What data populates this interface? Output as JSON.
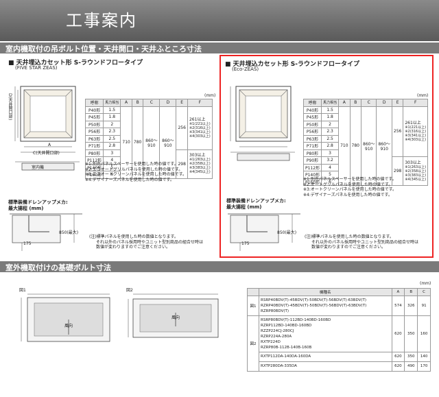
{
  "page_title": "工事案内",
  "section1_title": "室内機取付の吊ボルト位置・天井開口・天井ふところ寸法",
  "section2_title": "室外機取付けの基礎ボルト寸法",
  "left": {
    "title": "■ 天井埋込カセット形 S-ラウンドフロータイプ",
    "subtitle": "(FIVE STAR ZEAS)",
    "unit": "(mm)",
    "headers": [
      "呼称",
      "馬力相当",
      "A",
      "B",
      "C",
      "D",
      "E",
      "F"
    ],
    "rows": [
      [
        "P40形",
        "1.5"
      ],
      [
        "P45形",
        "1.8"
      ],
      [
        "P50形",
        "2"
      ],
      [
        "P56形",
        "2.3"
      ],
      [
        "P63形",
        "2.5"
      ],
      [
        "P71形",
        "2.8"
      ],
      [
        "P80形",
        "3"
      ],
      [
        "P112形",
        "4"
      ],
      [
        "P140形",
        "5"
      ],
      [
        "P160形",
        "6"
      ]
    ],
    "A": "710",
    "B": "780",
    "C": "860〜910",
    "D": "860〜910",
    "E1": "256",
    "E2": "298",
    "F1": [
      "261以上",
      "※1(221以上)",
      "※2(316以上)",
      "※3(341以上)",
      "※4(303以上)"
    ],
    "F2": [
      "303以上",
      "※1(263以上)",
      "※2(358以上)",
      "※3(383以上)",
      "※4(345以上)"
    ],
    "notes": [
      "※1:別売パネルスペーサーを使用した時の値です。",
      "※2:エコオートグリルパネルを使用した時の値です。",
      "※3:エコオートクリーンパネルを使用した時の値です。",
      "※4:デザイナーズパネルを使用した時の値です。"
    ],
    "drain_label1": "標準装備ドレンアップメカ:",
    "drain_label2": "最大揚程 (mm)",
    "drain_value": "850(最大)",
    "drain_dim": "175",
    "footnote1": "(注)標準パネルを使用した時の数値となります。",
    "footnote2": "それ以外のパネル採用時やユニット型別商品の組合せ時は",
    "footnote3": "数値が変わりますのでご注意ください。",
    "dim_c": "C(天井開口部)",
    "dim_a": "A",
    "dim_d": "D(天井開口部)",
    "room_label": "室内機"
  },
  "right": {
    "title": "■ 天井埋込カセット形 S-ラウンドフロータイプ",
    "subtitle": "(Eco-ZEAS)",
    "unit": "(mm)",
    "headers": [
      "呼称",
      "馬力相当",
      "A",
      "B",
      "C",
      "D",
      "E",
      "F"
    ],
    "rows": [
      [
        "P40形",
        "1.5"
      ],
      [
        "P45形",
        "1.8"
      ],
      [
        "P50形",
        "2"
      ],
      [
        "P56形",
        "2.3"
      ],
      [
        "P63形",
        "2.5"
      ],
      [
        "P71形",
        "2.8"
      ],
      [
        "P80形",
        "3"
      ],
      [
        "P90形",
        "3.2"
      ],
      [
        "P112形",
        "4"
      ],
      [
        "P140形",
        "5"
      ],
      [
        "P160形",
        "6"
      ]
    ],
    "A": "710",
    "B": "780",
    "C": "860〜910",
    "D": "860〜910",
    "E1": "256",
    "E2": "298",
    "F1": [
      "261以上",
      "※1(221以上)",
      "※2(316以上)",
      "※3(341以上)",
      "※4(303以上)"
    ],
    "F2": [
      "303以上",
      "※1(263以上)",
      "※2(358以上)",
      "※3(383以上)",
      "※4(345以上)"
    ],
    "notes": [
      "※1:別売パネルスペーサーを使用した時の値です。",
      "※2:オートグリルパネルを使用した時の値です。",
      "※3:オートクリーンパネルを使用した時の値です。",
      "※4:デザイナーズパネルを使用した時の値です。"
    ],
    "drain_label1": "標準装備ドレンアップメカ:",
    "drain_label2": "最大揚程 (mm)",
    "drain_value": "850(最大)",
    "drain_dim": "175",
    "footnote1": "(注)標準パネルを使用した時の数値となります。",
    "footnote2": "それ以外のパネル採用時やユニット型別商品の組合せ時は",
    "footnote3": "数値が変わりますのでご注意ください。"
  },
  "outdoor": {
    "fig1": "図1",
    "fig2": "図2",
    "fan_label": "風向",
    "unit": "(mm)",
    "headers": [
      "",
      "機種名",
      "A",
      "B",
      "C"
    ],
    "groups": [
      {
        "fig": "図1",
        "models": [
          "RSRP40BDV(T)-45BDV(T)-50BDV(T)-56BDV(T)-63BDV(T)",
          "RZRP40BDV(T)-45BDV(T)-50BDV(T)-56BDV(T)-63BDV(T)",
          "RZRP80BDV(T)"
        ],
        "A": "574",
        "B": "326",
        "C": "91"
      },
      {
        "fig": "図2",
        "models": [
          "RSRP80BDV(T)-112BD-140BD-160BD",
          "RZRP112BD-140BD-160BD",
          "RZZP224CJ-280CJ",
          "RZRP224A-280A",
          "RXTP224D",
          "RZRP80B-112B-140B-160B"
        ],
        "A": "620",
        "B": "350",
        "C": "160"
      },
      {
        "fig": "",
        "models": [
          "RXTP112DA-140DA-160DA"
        ],
        "A": "620",
        "B": "350",
        "C": "140"
      },
      {
        "fig": "",
        "models": [
          "RXTP280DA-335DA"
        ],
        "A": "620",
        "B": "490",
        "C": "170"
      }
    ]
  },
  "colors": {
    "accent_red": "#e22222",
    "bar_gray": "#7a7a7a"
  }
}
